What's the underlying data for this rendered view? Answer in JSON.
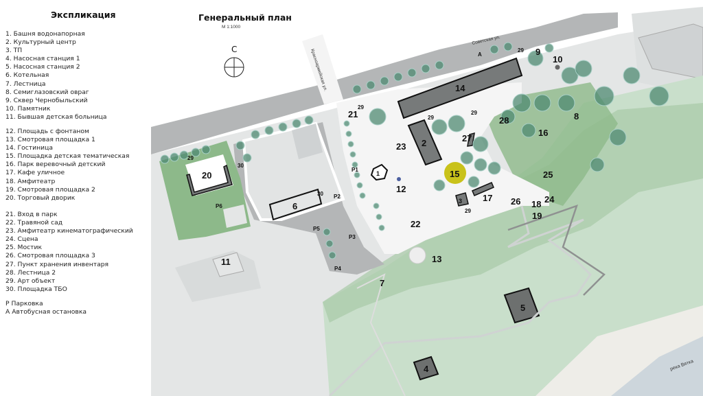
{
  "legend": {
    "title": "Экспликация",
    "group1": [
      "1.  Башня водонапорная",
      "2.  Культурный центр",
      "3.  ТП",
      "4.  Насосная станция 1",
      "5.  Насосная станция 2",
      "6.  Котельная",
      "7.  Лестница",
      "8.  Семиглазовский овраг",
      "9.  Сквер Чернобыльский",
      "10. Памятник",
      "11. Бывшая детская больница"
    ],
    "group2": [
      "12. Площадь с фонтаном",
      "13. Смотровая площадка 1",
      "14. Гостиница",
      "15. Площадка детская тематическая",
      "16. Парк веревочный детский",
      "17. Кафе уличное",
      "18. Амфитеатр",
      "19. Смотровая площадка 2",
      "20. Торговый дворик"
    ],
    "group3": [
      "21.  Вход в парк",
      "22.  Травяной сад",
      "23.  Амфитеатр кинематографический",
      "24. Сцена",
      "25. Мостик",
      "26. Смотровая площадка 3",
      "27. Пункт хранения инвентаря",
      "28. Лестница 2",
      "29. Арт объект",
      "30. Площадка ТБО"
    ],
    "group4": [
      "Р  Парковка",
      "А  Автобусная остановка"
    ]
  },
  "plan": {
    "title": "Генеральный план",
    "scale": "М 1:1000",
    "north_label": "С",
    "streets": {
      "krasnoarmeyskaya": "Красноармейская ул.",
      "sovetskaya": "Советская ул."
    },
    "river": "река Вятка"
  },
  "markers": {
    "n1": "1",
    "n2": "2",
    "n3": "3",
    "n4": "4",
    "n5": "5",
    "n6": "6",
    "n7": "7",
    "n8": "8",
    "n9": "9",
    "n10": "10",
    "n11": "11",
    "n12": "12",
    "n13": "13",
    "n14": "14",
    "n15": "15",
    "n16": "16",
    "n17": "17",
    "n18": "18",
    "n19": "19",
    "n20": "20",
    "n21": "21",
    "n22": "22",
    "n23": "23",
    "n24": "24",
    "n25": "25",
    "n26": "26",
    "n27": "27",
    "n28": "28",
    "n29": "29",
    "n30": "30",
    "p1": "P1",
    "p2": "P2",
    "p3": "P3",
    "p4": "P4",
    "p5": "P5",
    "p6": "P6",
    "bus": "A"
  },
  "colors": {
    "road": "#b4b6b7",
    "ground": "#e4e6e6",
    "green": "#8db98a",
    "ravine": "#c9dfcb",
    "tree": "#4f8a72",
    "building": "#777a7a",
    "playground": "#c9c21a",
    "river": "#cdd6dc",
    "sand": "#eeede8"
  }
}
